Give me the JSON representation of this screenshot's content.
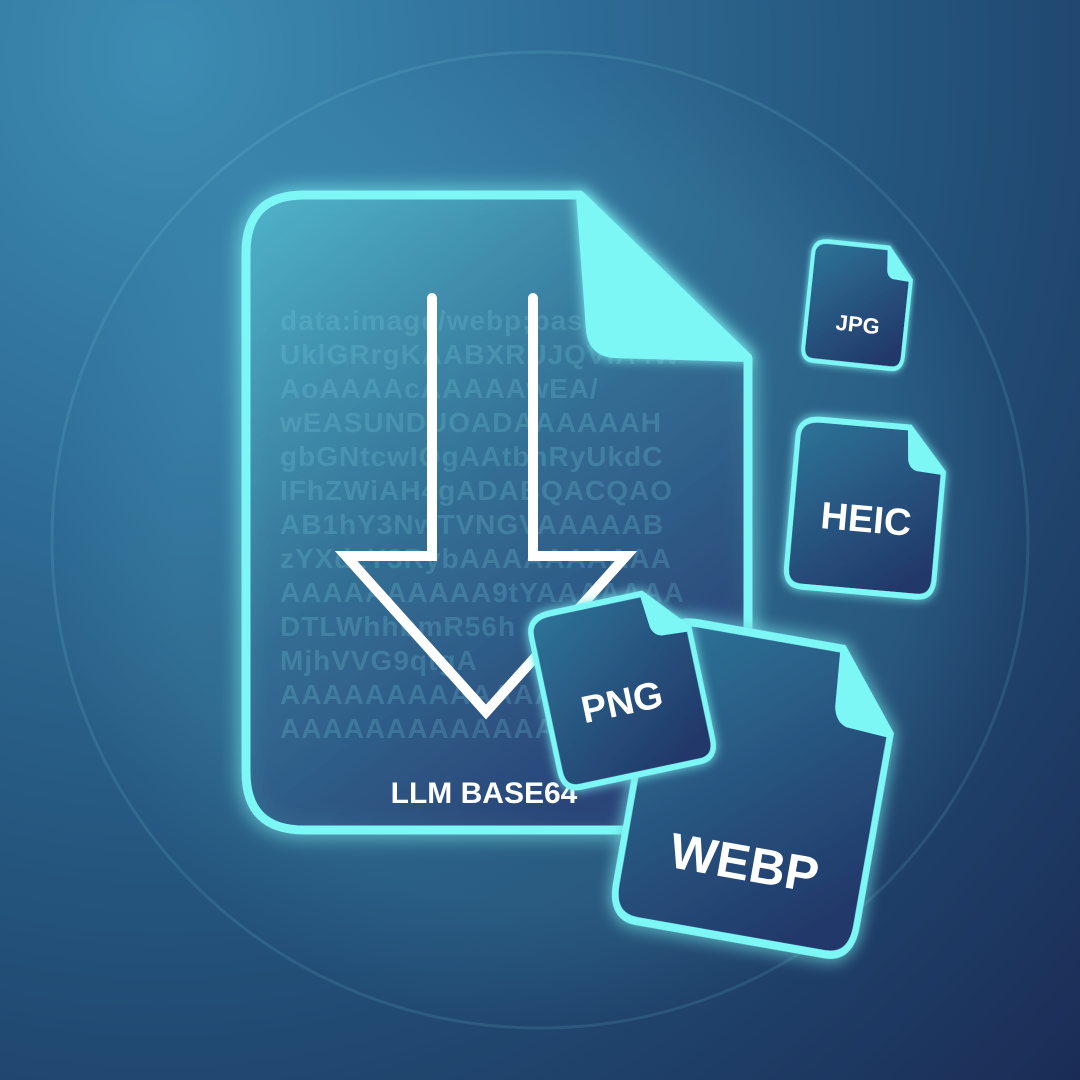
{
  "main_file": {
    "label": "LLM BASE64",
    "base64_lines": [
      "data:image/webp;base64,",
      "UklGRrgKAABXRUJQVlA4W",
      "AoAAAAcAAAAAwEA/",
      "wEASUNDUOADAAAAAAH",
      "gbGNtcwIQgAAtbnRyUkdC",
      "IFhZWiAH4gADABQACQAO",
      "AB1hY3NwTVNGVAAAAAB",
      "zYXdzY3RybAAAAAAAAAA",
      "AAAAAAAAAA9tYAAAAAAA",
      "DTLWhhbmR56h",
      "MjhVVG9qtgA",
      "AAAAAAAAAAAAAAAAA",
      "AAAAAAAAAAAAAAAAA"
    ]
  },
  "formats": [
    {
      "id": "jpg",
      "label": "JPG"
    },
    {
      "id": "heic",
      "label": "HEIC"
    },
    {
      "id": "png",
      "label": "PNG"
    },
    {
      "id": "webp",
      "label": "WEBP"
    }
  ],
  "colors": {
    "accent_cyan": "#7df6f6",
    "file_fill_top": "#4aa8c0",
    "file_fill_bottom": "#2c4b78",
    "badge_fill_top": "#2d6c92",
    "badge_fill_bottom": "#223a68",
    "text": "#ffffff"
  },
  "icons": {
    "main": "file-download-icon",
    "arrow": "down-arrow-icon",
    "badges": "file-icon"
  }
}
